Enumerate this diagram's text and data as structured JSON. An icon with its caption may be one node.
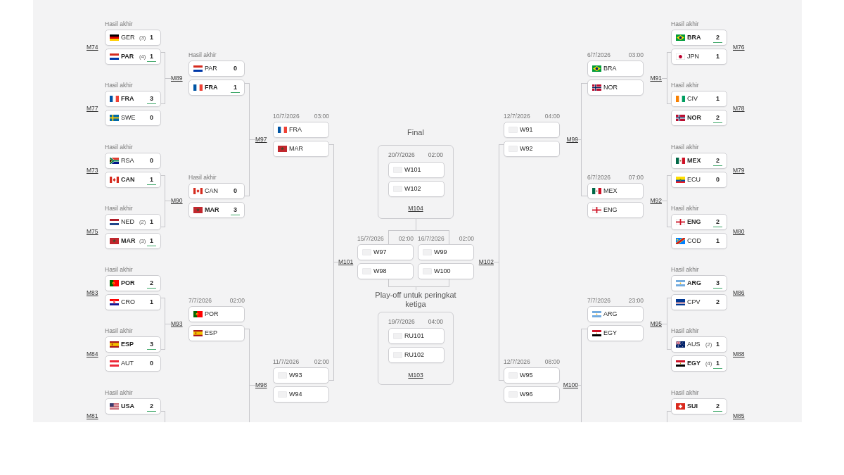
{
  "diagram": {
    "nodes": [
      {
        "text": [
          "GER",
          "(3)",
          "1"
        ],
        "beside": [
          "Hasil akhir"
        ]
      },
      {
        "text": [
          "BRA",
          "2"
        ],
        "beside": [
          "Hasil akhir"
        ]
      },
      {
        "text": [
          "PAR",
          "(4)",
          "1"
        ]
      },
      {
        "text": [
          "JPN",
          "1"
        ]
      },
      {
        "text": [
          "PAR",
          "0"
        ],
        "beside": [
          "Hasil akhir"
        ]
      },
      {
        "text": [
          "BRA"
        ],
        "beside": [
          "6/7/2026",
          "03:00"
        ]
      },
      {
        "text": [
          "M89"
        ]
      },
      {
        "text": [
          "M91"
        ]
      },
      {
        "text": [
          "FRA",
          "1"
        ]
      },
      {
        "text": [
          "NOR"
        ]
      },
      {
        "text": [
          "FRA",
          "3"
        ],
        "beside": [
          "Hasil akhir"
        ]
      },
      {
        "text": [
          "CIV",
          "1"
        ],
        "beside": [
          "Hasil akhir"
        ]
      },
      {
        "text": [
          "SWE",
          "0"
        ]
      },
      {
        "text": [
          "NOR",
          "2"
        ]
      },
      {
        "text": [
          "FRA"
        ],
        "beside": [
          "10/7/2026",
          "03:00"
        ]
      },
      {
        "text": [
          "W91"
        ],
        "beside": [
          "12/7/2026",
          "04:00"
        ]
      },
      {
        "text": [
          "M97"
        ]
      },
      {
        "text": [
          "M99"
        ]
      },
      {
        "text": [
          "MAR"
        ]
      },
      {
        "text": [
          "W92"
        ]
      },
      {
        "text": [
          "Final",
          "20/7/2026",
          "02:00",
          "M104"
        ]
      },
      {
        "text": [
          "W101"
        ],
        "in": 20
      },
      {
        "text": [
          "W102"
        ],
        "in": 20
      },
      {
        "text": [
          "RSA",
          "0"
        ],
        "beside": [
          "Hasil akhir"
        ]
      },
      {
        "text": [
          "MEX",
          "2"
        ],
        "beside": [
          "Hasil akhir"
        ]
      },
      {
        "text": [
          "CAN",
          "1"
        ]
      },
      {
        "text": [
          "ECU",
          "0"
        ]
      },
      {
        "text": [
          "CAN",
          "0"
        ],
        "beside": [
          "Hasil akhir"
        ]
      },
      {
        "text": [
          "MEX"
        ],
        "beside": [
          "6/7/2026",
          "07:00"
        ]
      },
      {
        "text": [
          "M90"
        ]
      },
      {
        "text": [
          "M92"
        ]
      },
      {
        "text": [
          "MAR",
          "3"
        ]
      },
      {
        "text": [
          "ENG"
        ]
      },
      {
        "text": [
          "NED",
          "(2)",
          "1"
        ],
        "beside": [
          "Hasil akhir"
        ]
      },
      {
        "text": [
          "ENG",
          "2"
        ],
        "beside": [
          "Hasil akhir"
        ]
      },
      {
        "text": [
          "MAR",
          "(3)",
          "1"
        ]
      },
      {
        "text": [
          "COD",
          "1"
        ]
      },
      {
        "text": [
          "W97"
        ],
        "beside": [
          "15/7/2026",
          "02:00"
        ]
      },
      {
        "text": [
          "W99"
        ],
        "beside": [
          "16/7/2026",
          "02:00"
        ]
      },
      {
        "text": [
          "M101"
        ]
      },
      {
        "text": [
          "M102"
        ]
      },
      {
        "text": [
          "W98"
        ]
      },
      {
        "text": [
          "W100"
        ]
      },
      {
        "text": [
          "POR",
          "2"
        ],
        "beside": [
          "Hasil akhir"
        ]
      },
      {
        "text": [
          "ARG",
          "3"
        ],
        "beside": [
          "Hasil akhir"
        ]
      },
      {
        "text": [
          "Play-off untuk peringkat ketiga",
          "19/7/2026",
          "04:00",
          "M103"
        ]
      },
      {
        "text": [
          "RU101"
        ],
        "in": 45
      },
      {
        "text": [
          "RU102"
        ],
        "in": 45
      },
      {
        "text": [
          "CRO",
          "1"
        ]
      },
      {
        "text": [
          "CPV",
          "2"
        ]
      },
      {
        "text": [
          "POR"
        ],
        "beside": [
          "7/7/2026",
          "02:00"
        ]
      },
      {
        "text": [
          "ARG"
        ],
        "beside": [
          "7/7/2026",
          "23:00"
        ]
      },
      {
        "text": [
          "M93"
        ]
      },
      {
        "text": [
          "M95"
        ]
      },
      {
        "text": [
          "ESP"
        ]
      },
      {
        "text": [
          "EGY"
        ]
      },
      {
        "text": [
          "ESP",
          "3"
        ],
        "beside": [
          "Hasil akhir"
        ]
      },
      {
        "text": [
          "AUS",
          "(2)",
          "1"
        ],
        "beside": [
          "Hasil akhir"
        ]
      },
      {
        "text": [
          "AUT",
          "0"
        ]
      },
      {
        "text": [
          "EGY",
          "(4)",
          "1"
        ]
      },
      {
        "text": [
          "W93"
        ],
        "beside": [
          "11/7/2026",
          "02:00"
        ]
      },
      {
        "text": [
          "W95"
        ],
        "beside": [
          "12/7/2026",
          "08:00"
        ]
      },
      {
        "text": [
          "M98"
        ]
      },
      {
        "text": [
          "M100"
        ]
      },
      {
        "text": [
          "W94"
        ]
      },
      {
        "text": [
          "W96"
        ]
      },
      {
        "text": [
          "USA",
          "2"
        ],
        "beside": [
          "Hasil akhir"
        ]
      },
      {
        "text": [
          "SUI",
          "2"
        ],
        "beside": [
          "Hasil akhir"
        ]
      }
    ],
    "edges": [
      {
        "from": 2,
        "to": 6,
        "arrow": "none"
      },
      {
        "from": 10,
        "to": 6,
        "arrow": "none"
      },
      {
        "from": 25,
        "to": 29,
        "arrow": "none"
      },
      {
        "from": 33,
        "to": 29,
        "arrow": "none"
      },
      {
        "from": 48,
        "to": 52,
        "arrow": "none"
      },
      {
        "from": 56,
        "to": 52,
        "arrow": "none"
      },
      {
        "from": 66,
        "to": null,
        "arrow": "none"
      },
      {
        "from": 8,
        "to": 16,
        "arrow": "none"
      },
      {
        "from": 27,
        "to": 16,
        "arrow": "none"
      },
      {
        "from": 54,
        "to": 62,
        "arrow": "none"
      },
      {
        "from": null,
        "to": 62,
        "arrow": "none"
      },
      {
        "from": 18,
        "to": 39,
        "arrow": "none"
      },
      {
        "from": 60,
        "to": 39,
        "arrow": "none"
      },
      {
        "from": 37,
        "to": 20,
        "arrow": "none"
      },
      {
        "from": 38,
        "to": 20,
        "arrow": "none"
      },
      {
        "from": 41,
        "to": 45,
        "arrow": "none"
      },
      {
        "from": 42,
        "to": 45,
        "arrow": "none"
      },
      {
        "from": 19,
        "to": 40,
        "arrow": "none"
      },
      {
        "from": 61,
        "to": 40,
        "arrow": "none"
      },
      {
        "from": 9,
        "to": 17,
        "arrow": "none"
      },
      {
        "from": 28,
        "to": 17,
        "arrow": "none"
      },
      {
        "from": 55,
        "to": 63,
        "arrow": "none"
      },
      {
        "from": null,
        "to": 63,
        "arrow": "none"
      },
      {
        "from": 3,
        "to": 7,
        "arrow": "none"
      },
      {
        "from": 11,
        "to": 7,
        "arrow": "none"
      },
      {
        "from": 26,
        "to": 30,
        "arrow": "none"
      },
      {
        "from": 34,
        "to": 30,
        "arrow": "none"
      },
      {
        "from": 49,
        "to": 53,
        "arrow": "none"
      },
      {
        "from": 57,
        "to": 53,
        "arrow": "none"
      },
      {
        "from": 67,
        "to": null,
        "arrow": "none"
      }
    ],
    "labels": [
      "M74",
      "M76",
      "M77",
      "M78",
      "M73",
      "M79",
      "M75",
      "M80",
      "M83",
      "M86",
      "M84",
      "M88",
      "M81",
      "M85"
    ]
  }
}
